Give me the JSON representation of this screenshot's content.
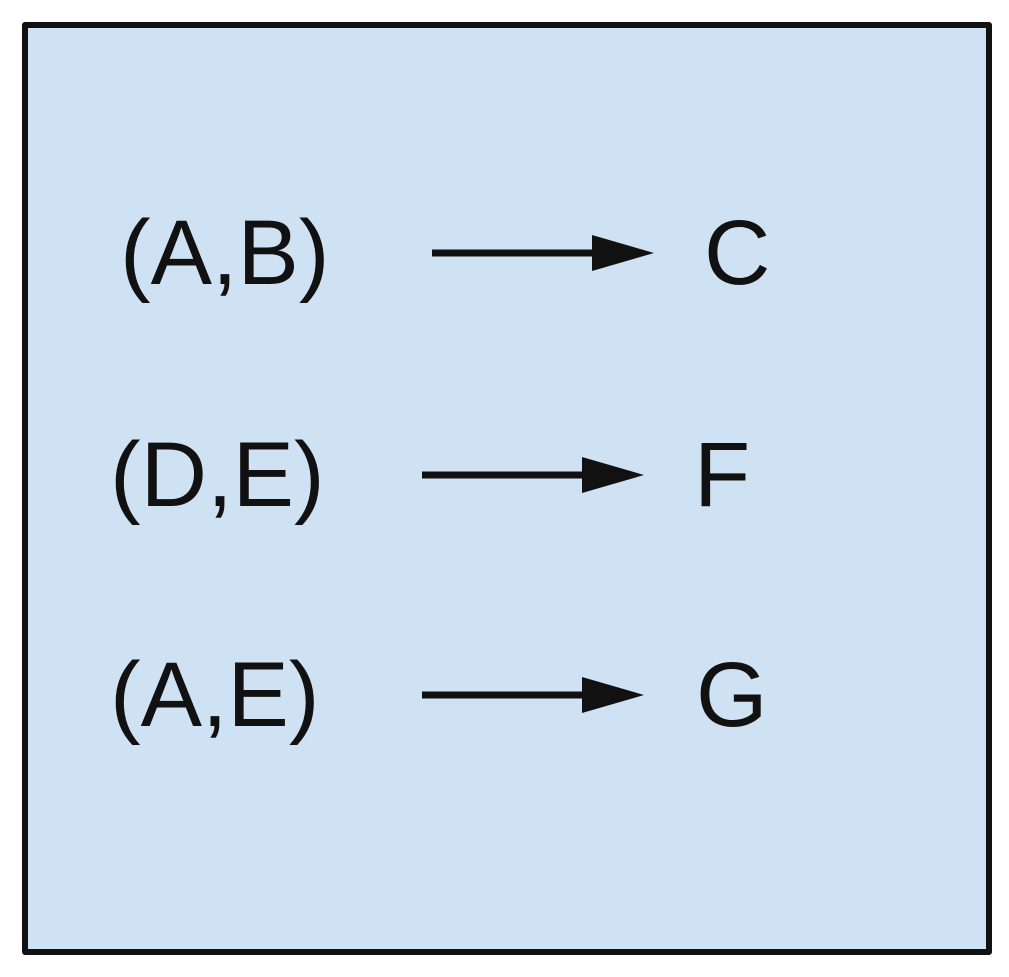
{
  "rules": [
    {
      "lhs": "(A,B)",
      "rhs": "C"
    },
    {
      "lhs": "(D,E)",
      "rhs": "F"
    },
    {
      "lhs": "(A,E)",
      "rhs": "G"
    }
  ],
  "colors": {
    "box_fill": "#cfe2f3",
    "box_border": "#111111",
    "text": "#111111",
    "arrow": "#111111"
  }
}
